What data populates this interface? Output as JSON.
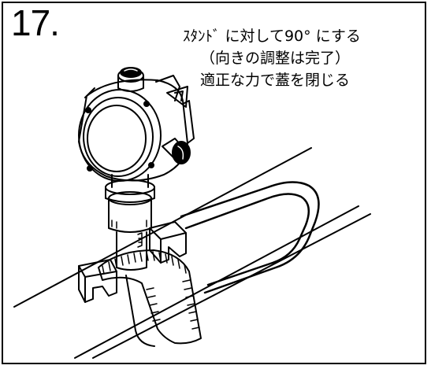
{
  "step_number": "17.",
  "instructions": {
    "line1": "ｽﾀﾝﾄﾞ に対して90° にする",
    "line2": "（向きの調整は完了）",
    "line3": "適正な力で蓋を閉じる"
  }
}
